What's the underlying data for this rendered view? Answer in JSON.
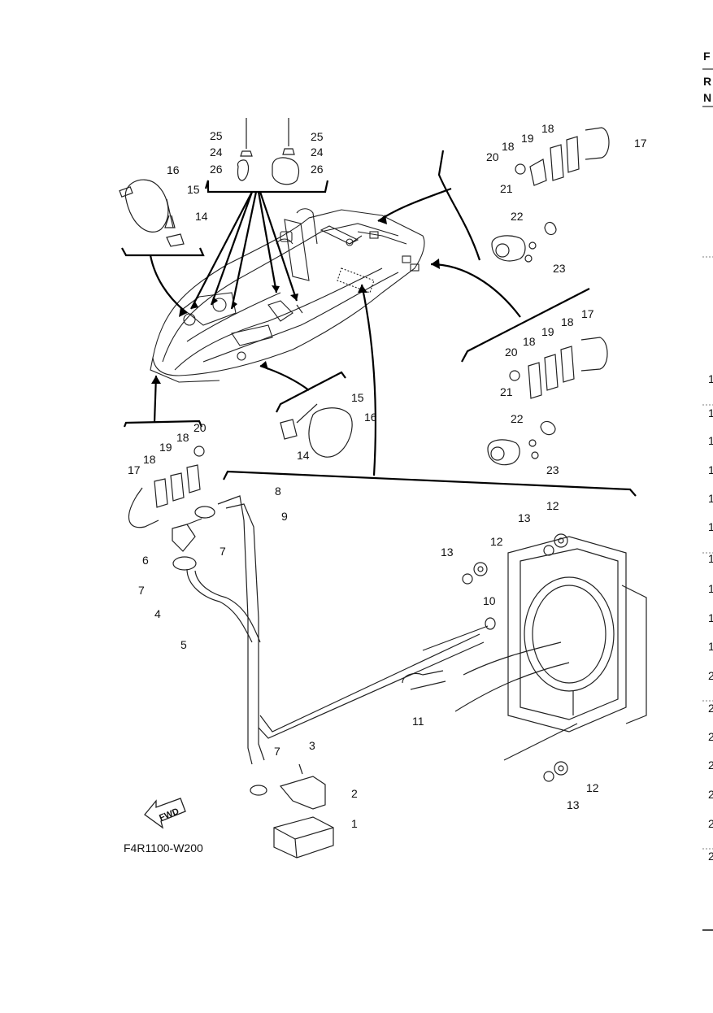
{
  "diagram": {
    "code": "F4R1100-W200",
    "fwd_label": "FWD",
    "part_numbers": [
      "1",
      "2",
      "3",
      "4",
      "5",
      "6",
      "7",
      "8",
      "9",
      "10",
      "11",
      "12",
      "13",
      "14",
      "15",
      "16",
      "17",
      "18",
      "19",
      "20",
      "21",
      "22",
      "23",
      "24",
      "25",
      "26"
    ]
  },
  "right_column": {
    "header": [
      "F",
      "R",
      "N"
    ],
    "rows": [
      "1",
      "1",
      "1",
      "1",
      "1",
      "1",
      "1",
      "1",
      "1",
      "1",
      "2",
      "2",
      "2",
      "2",
      "2",
      "2",
      "2"
    ]
  }
}
